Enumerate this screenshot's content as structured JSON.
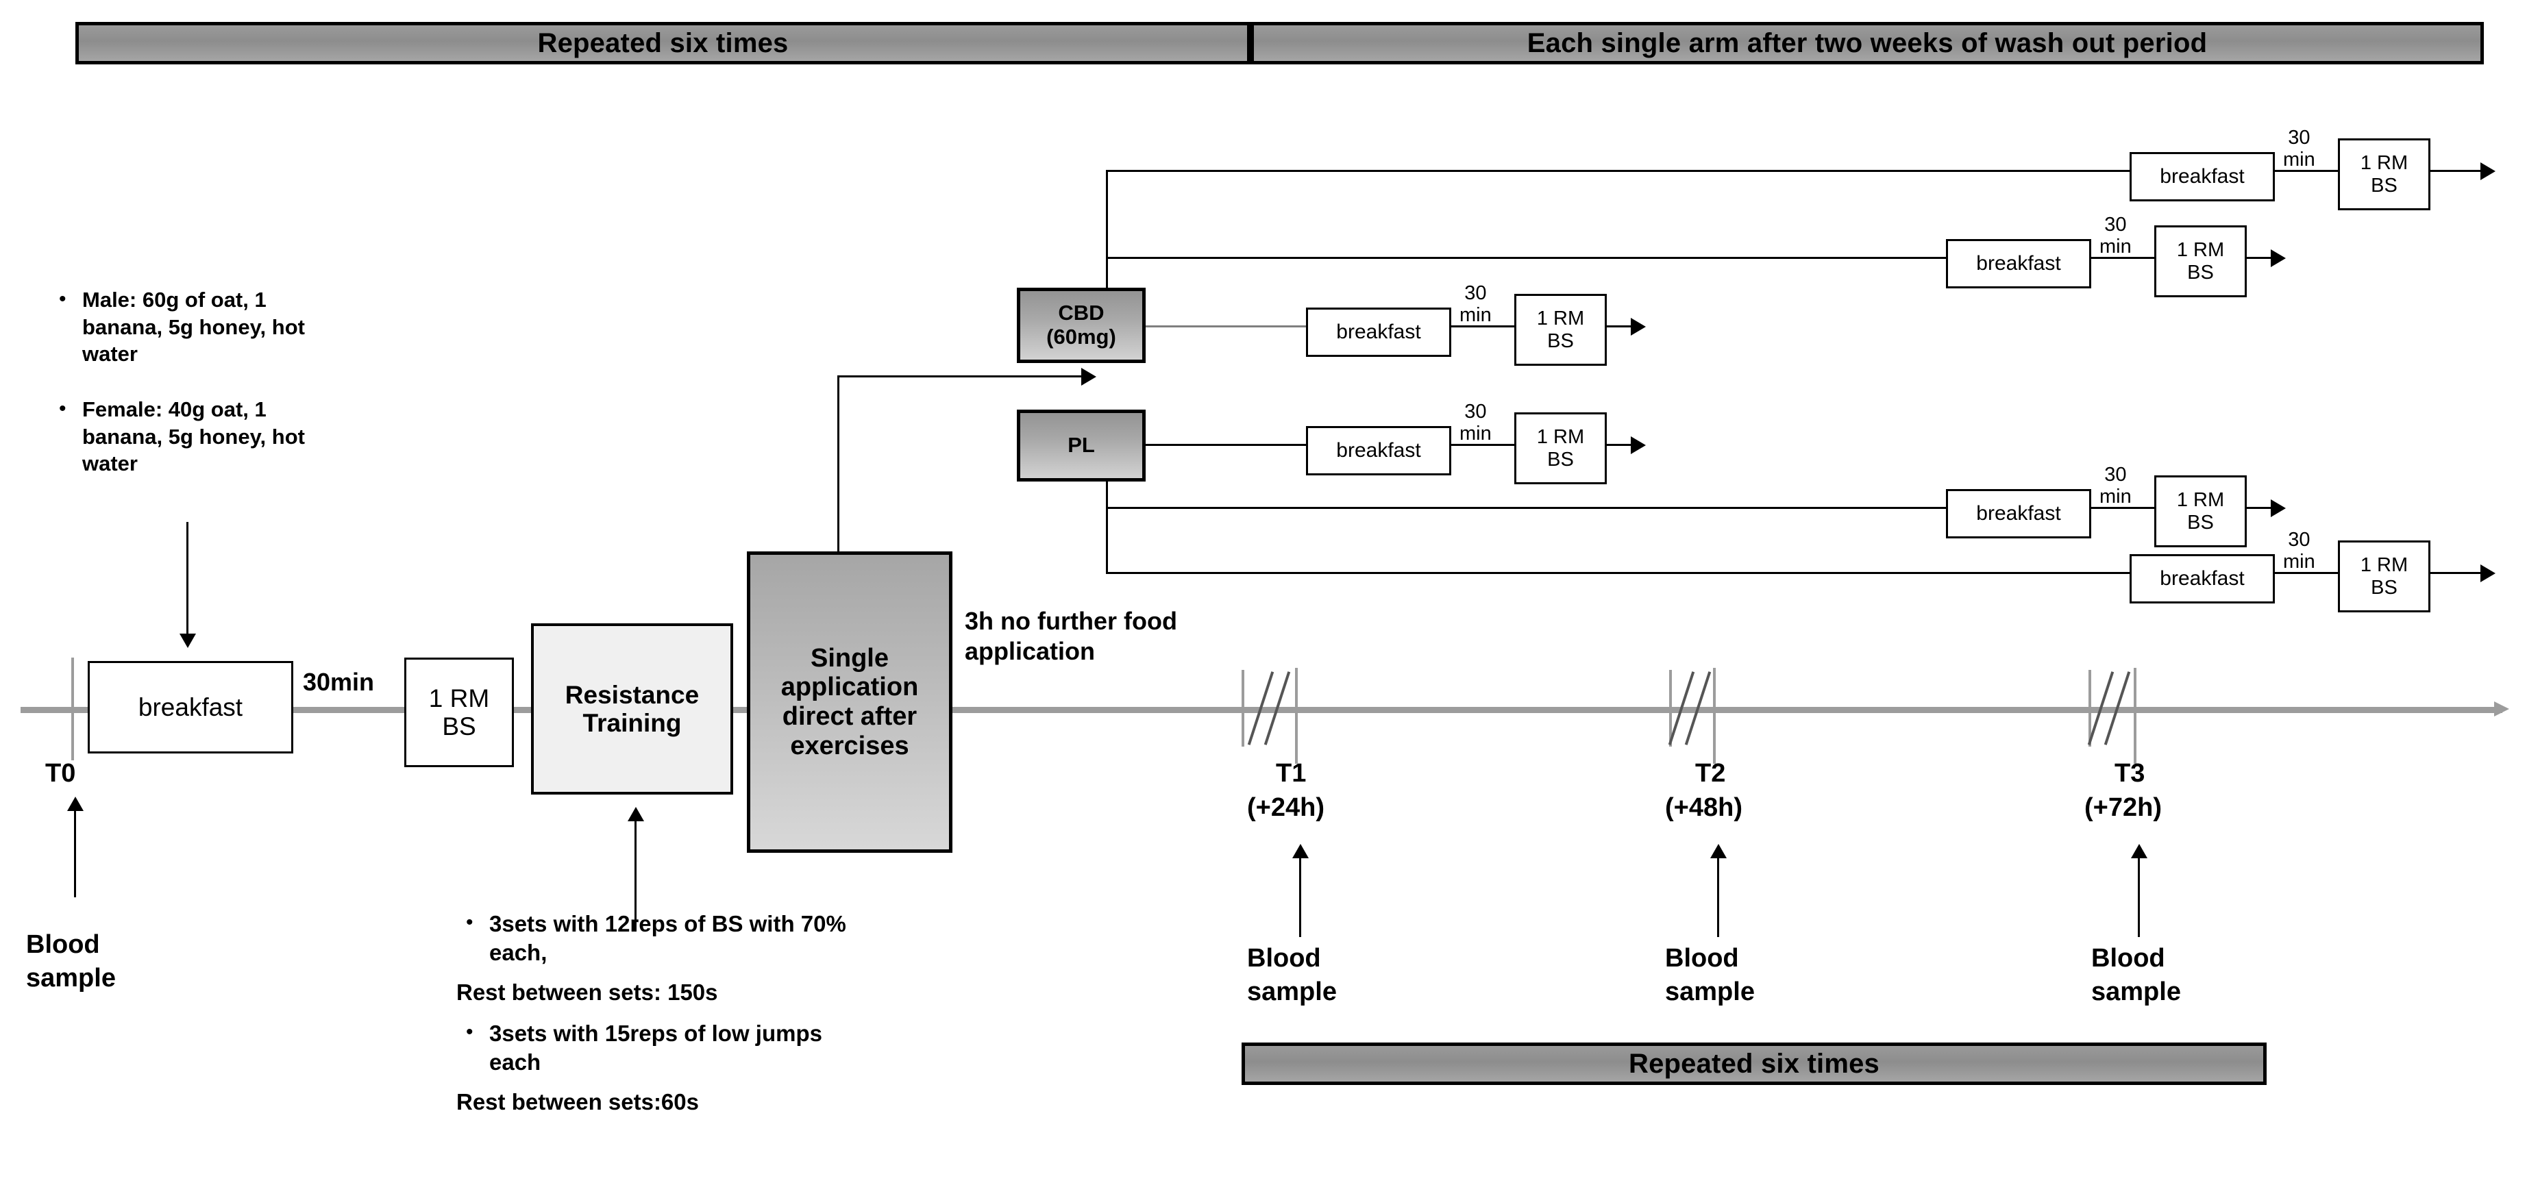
{
  "banners": {
    "top_left": "Repeated six times",
    "top_right": "Each single arm after two weeks of wash out period",
    "bottom": "Repeated six times"
  },
  "breakfast_composition": {
    "bullets": [
      "Male: 60g of oat, 1 banana, 5g honey, hot water",
      "Female: 40g oat, 1 banana, 5g honey, hot water"
    ]
  },
  "training_protocol": {
    "bullets": [
      "3sets with 12reps of BS with 70% each,",
      "3sets with 15reps of low jumps each"
    ],
    "rest_notes": [
      "Rest between sets: 150s",
      "Rest between sets:60s"
    ]
  },
  "main_timeline": {
    "breakfast_label": "breakfast",
    "interval_label": "30min",
    "one_rm_bs_label": "1 RM\nBS",
    "resistance_training_label": "Resistance\nTraining",
    "single_application_label": "Single\napplication\ndirect after\nexercises",
    "fasting_note": "3h no further food\napplication",
    "timepoints": [
      {
        "name": "T0",
        "offset": "",
        "sample": "Blood\nsample"
      },
      {
        "name": "T1",
        "offset": "(+24h)",
        "sample": "Blood\nsample"
      },
      {
        "name": "T2",
        "offset": "(+48h)",
        "sample": "Blood\nsample"
      },
      {
        "name": "T3",
        "offset": "(+72h)",
        "sample": "Blood\nsample"
      }
    ]
  },
  "arms": {
    "conditions": [
      {
        "id": "cbd",
        "label": "CBD\n(60mg)"
      },
      {
        "id": "pl",
        "label": "PL"
      }
    ],
    "branches": [
      {
        "breakfast": "breakfast",
        "interval": "30\nmin",
        "test": "1 RM\nBS"
      },
      {
        "breakfast": "breakfast",
        "interval": "30\nmin",
        "test": "1 RM\nBS"
      },
      {
        "breakfast": "breakfast",
        "interval": "30\nmin",
        "test": "1 RM\nBS"
      },
      {
        "breakfast": "breakfast",
        "interval": "30\nmin",
        "test": "1 RM\nBS"
      },
      {
        "breakfast": "breakfast",
        "interval": "30\nmin",
        "test": "1 RM\nBS"
      },
      {
        "breakfast": "breakfast",
        "interval": "30\nmin",
        "test": "1 RM\nBS"
      }
    ]
  },
  "colors": {
    "banner_gray": "#9a9a9a",
    "box_gray": "#a8a8a8",
    "timeline_gray": "#9c9c9c",
    "stroke": "#000000"
  }
}
